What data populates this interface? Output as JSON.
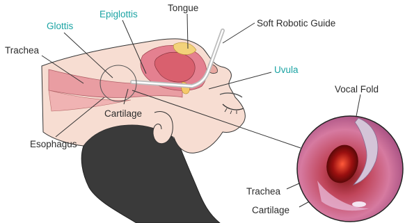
{
  "labels": {
    "glottis": "Glottis",
    "epiglottis": "Epiglottis",
    "tongue": "Tongue",
    "soft_robotic_guide": "Soft Robotic Guide",
    "trachea_left": "Trachea",
    "uvula": "Uvula",
    "cartilage_left": "Cartilage",
    "esophagus": "Esophagus",
    "vocal_fold": "Vocal Fold",
    "trachea_inset": "Trachea",
    "cartilage_inset": "Cartilage"
  },
  "colors": {
    "teal_label": "#1aa3a3",
    "dark_label": "#2b2b2b",
    "skin": "#f7ddd2",
    "hair": "#3a3a3a",
    "tissue": "#e7929a"
  }
}
